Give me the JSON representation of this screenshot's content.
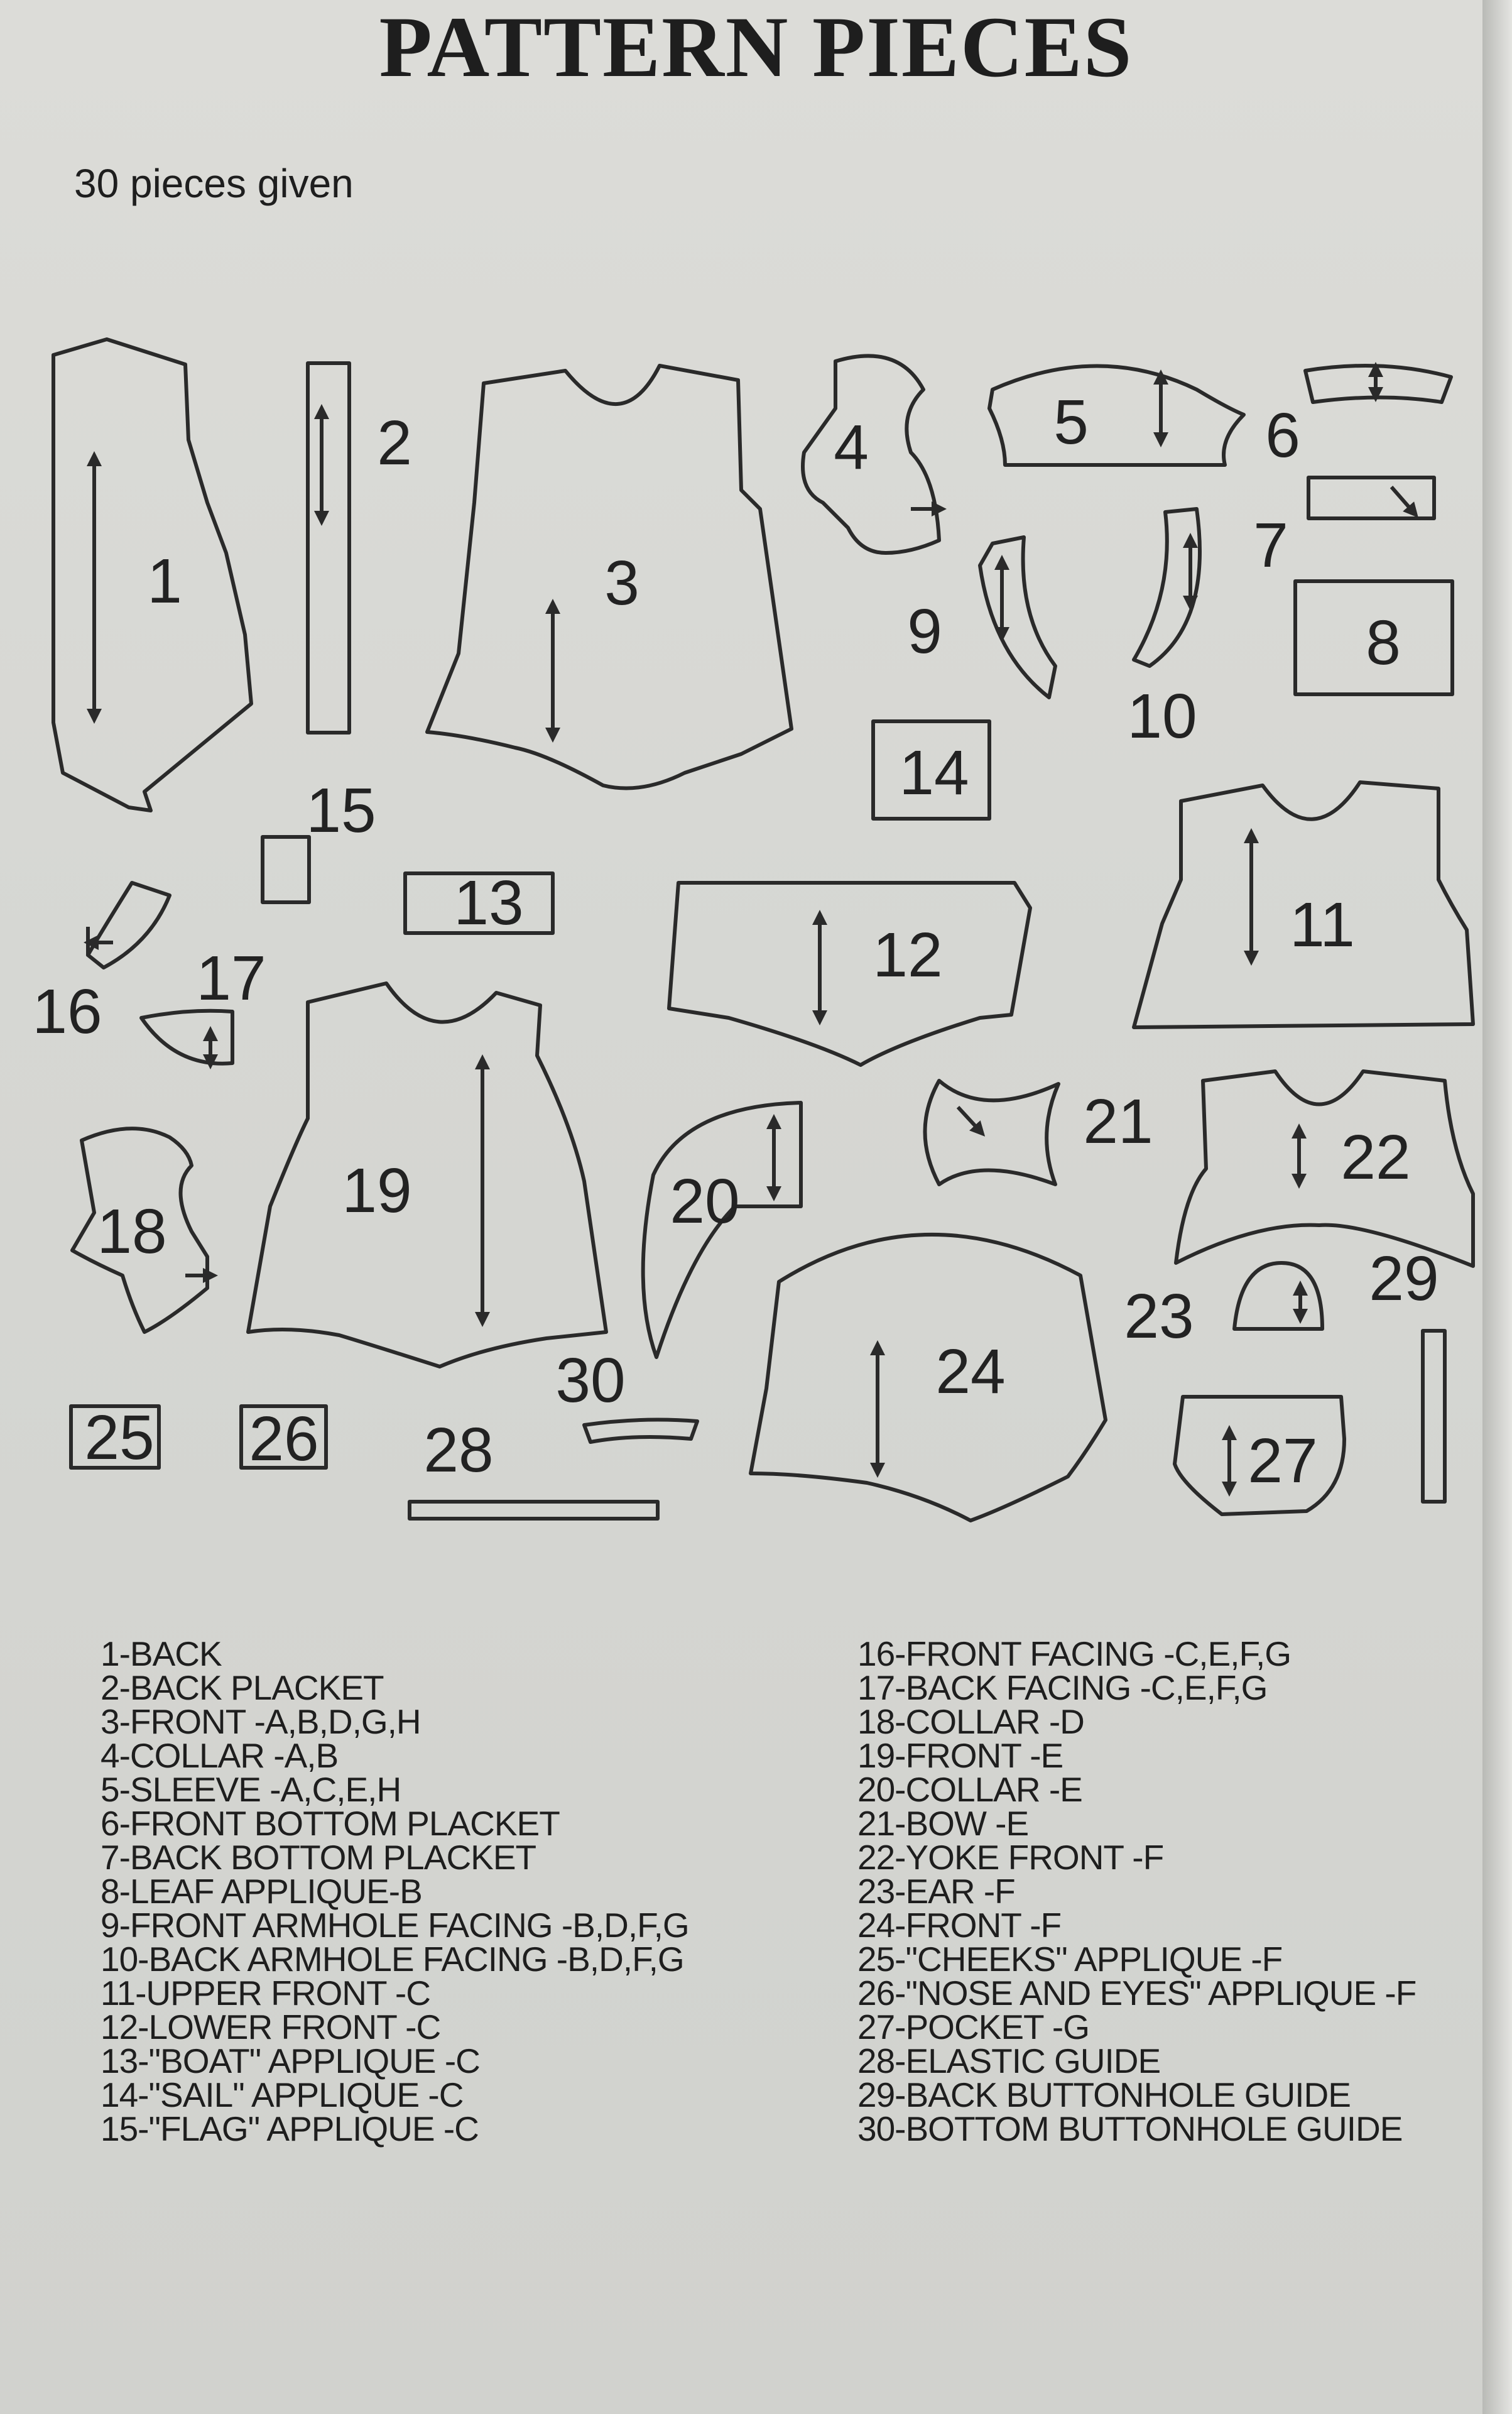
{
  "title": "PATTERN PIECES",
  "subtitle": "30 pieces given",
  "piece_numbers": [
    "1",
    "2",
    "3",
    "4",
    "5",
    "6",
    "7",
    "8",
    "9",
    "10",
    "11",
    "12",
    "13",
    "14",
    "15",
    "16",
    "17",
    "18",
    "19",
    "20",
    "21",
    "22",
    "23",
    "24",
    "25",
    "26",
    "27",
    "28",
    "29",
    "30"
  ],
  "pieces_left": [
    "1-BACK",
    "2-BACK PLACKET",
    "3-FRONT -A,B,D,G,H",
    "4-COLLAR -A,B",
    "5-SLEEVE -A,C,E,H",
    "6-FRONT BOTTOM PLACKET",
    "7-BACK BOTTOM PLACKET",
    "8-LEAF APPLIQUE-B",
    "9-FRONT ARMHOLE FACING -B,D,F,G",
    "10-BACK ARMHOLE FACING -B,D,F,G",
    "11-UPPER FRONT -C",
    "12-LOWER FRONT -C",
    "13-\"BOAT\" APPLIQUE -C",
    "14-\"SAIL\" APPLIQUE -C",
    "15-\"FLAG\" APPLIQUE -C"
  ],
  "pieces_right": [
    "16-FRONT FACING -C,E,F,G",
    "17-BACK FACING -C,E,F,G",
    "18-COLLAR -D",
    "19-FRONT -E",
    "20-COLLAR -E",
    "21-BOW -E",
    "22-YOKE FRONT -F",
    "23-EAR -F",
    "24-FRONT -F",
    "25-\"CHEEKS\" APPLIQUE -F",
    "26-\"NOSE AND EYES\" APPLIQUE -F",
    "27-POCKET -G",
    "28-ELASTIC GUIDE",
    "29-BACK BUTTONHOLE GUIDE",
    "30-BOTTOM BUTTONHOLE GUIDE"
  ]
}
